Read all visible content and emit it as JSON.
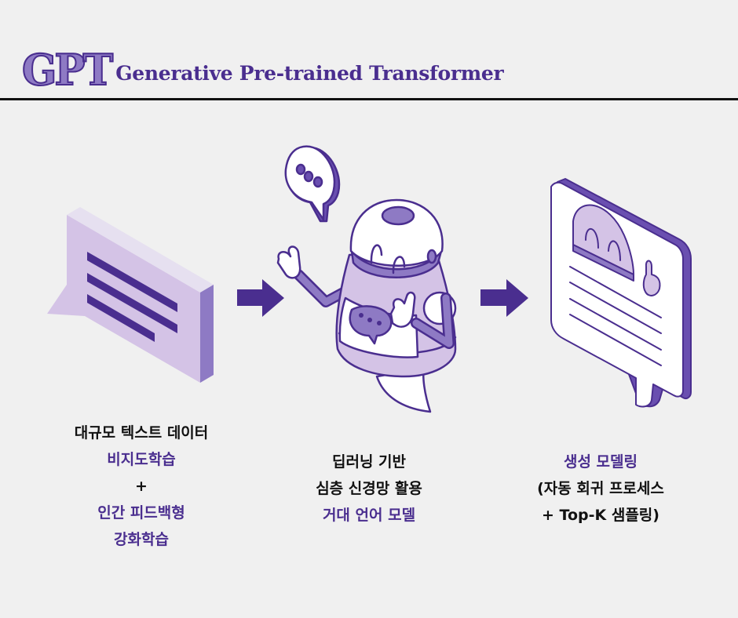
{
  "header": {
    "logo": "GPT",
    "subtitle": "Generative Pre-trained Transformer"
  },
  "colors": {
    "background": "#f0f0f0",
    "primary_purple": "#4a2e8f",
    "mid_purple": "#8e7ac4",
    "light_purple": "#d4c3e6",
    "pale_purple": "#e6e0f0",
    "rule": "#111111"
  },
  "steps": [
    {
      "icon": "text-speech-bubble-icon",
      "caption": {
        "line1": "대규모 텍스트 데이터",
        "line2": "비지도학습",
        "line3": "+",
        "line4": "인간 피드백형",
        "line5": "강화학습"
      }
    },
    {
      "icon": "robot-icon",
      "caption": {
        "line1": "딥러닝 기반",
        "line2": "심층 신경망 활용",
        "line3": "거대 언어 모델"
      }
    },
    {
      "icon": "generated-document-bubble-icon",
      "caption": {
        "line1": "생성 모델링",
        "line2": "(자동 회귀 프로세스",
        "line3": "+ Top-K 샘플링)"
      }
    }
  ],
  "arrows": [
    "arrow-right-icon",
    "arrow-right-icon"
  ]
}
